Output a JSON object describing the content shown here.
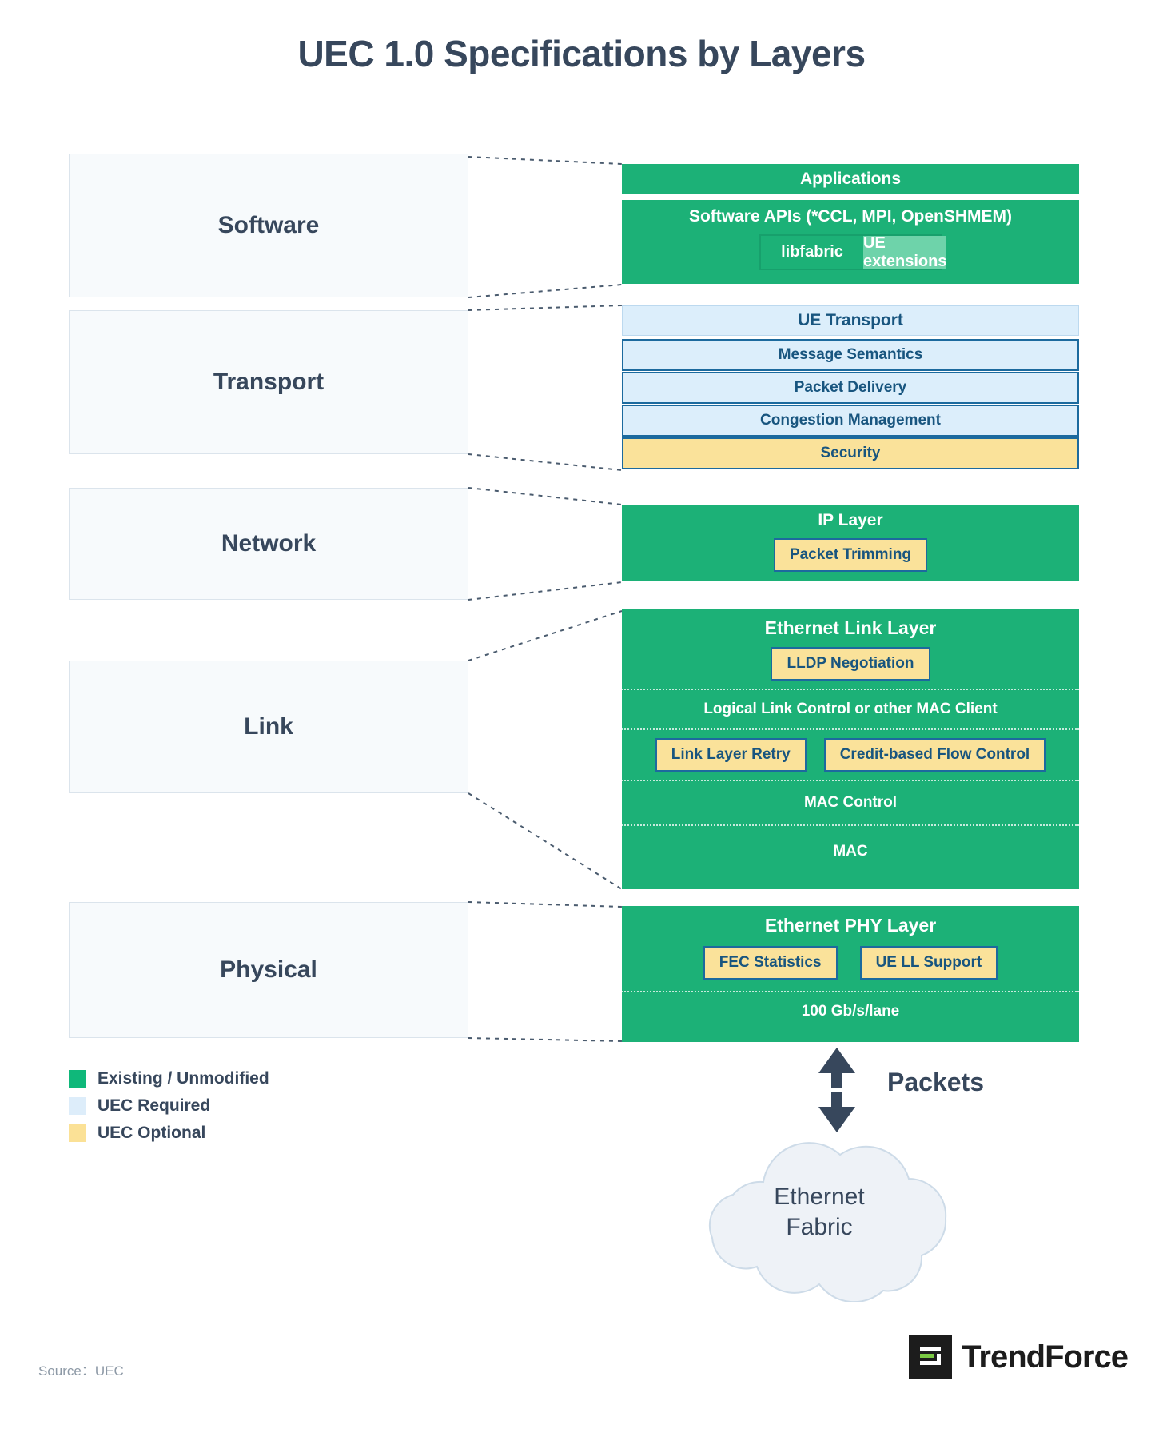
{
  "title": "UEC 1.0 Specifications by Layers",
  "layers": [
    {
      "name": "Software"
    },
    {
      "name": "Transport"
    },
    {
      "name": "Network"
    },
    {
      "name": "Link"
    },
    {
      "name": "Physical"
    }
  ],
  "software": {
    "applications": "Applications",
    "software_apis": "Software APIs (*CCL, MPI, OpenSHMEM)",
    "libfabric": "libfabric",
    "ue_extensions": "UE extensions"
  },
  "transport": {
    "header": "UE Transport",
    "rows": [
      {
        "label": "Message Semantics",
        "kind": "required"
      },
      {
        "label": "Packet Delivery",
        "kind": "required"
      },
      {
        "label": "Congestion Management",
        "kind": "required"
      },
      {
        "label": "Security",
        "kind": "optional"
      }
    ]
  },
  "network": {
    "header": "IP Layer",
    "items": [
      {
        "label": "Packet Trimming",
        "kind": "optional"
      }
    ]
  },
  "link": {
    "header": "Ethernet Link Layer",
    "lldp": "LLDP Negotiation",
    "llc": "Logical Link Control or other MAC Client",
    "pills": [
      {
        "label": "Link Layer Retry",
        "kind": "optional"
      },
      {
        "label": "Credit-based Flow Control",
        "kind": "optional"
      }
    ],
    "mac_control": "MAC Control",
    "mac": "MAC"
  },
  "physical": {
    "header": "Ethernet PHY Layer",
    "pills": [
      {
        "label": "FEC Statistics",
        "kind": "optional"
      },
      {
        "label": "UE LL Support",
        "kind": "optional"
      }
    ],
    "rate": "100 Gb/s/lane"
  },
  "legend": {
    "items": [
      {
        "label": "Existing / Unmodified",
        "color": "#0fb87a"
      },
      {
        "label": "UEC Required",
        "color": "#ddedfa"
      },
      {
        "label": "UEC Optional",
        "color": "#fbe196"
      }
    ]
  },
  "packets": {
    "label": "Packets"
  },
  "cloud": {
    "line1": "Ethernet",
    "line2": "Fabric"
  },
  "footer": {
    "source": "Source：UEC",
    "brand": "TrendForce"
  },
  "colors": {
    "green": "#1cb177",
    "green_light": "#6ed3aa",
    "blue_fill": "#dceefb",
    "blue_border": "#1c6a9e",
    "blue_text": "#18557f",
    "yellow": "#fae29a",
    "navy_text": "#37475c",
    "panel_bg": "#f7fafc",
    "cloud_fill": "#eef2f7",
    "cloud_stroke": "#cddbe8"
  }
}
